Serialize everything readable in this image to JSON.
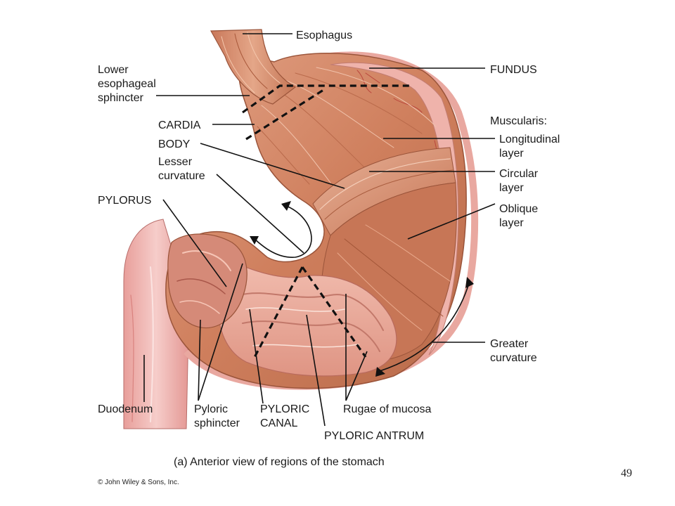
{
  "labels": {
    "esophagus": "Esophagus",
    "les_1": "Lower",
    "les_2": "esophageal",
    "les_3": "sphincter",
    "cardia": "CARDIA",
    "body": "BODY",
    "lesser_1": "Lesser",
    "lesser_2": "curvature",
    "pylorus": "PYLORUS",
    "fundus": "FUNDUS",
    "muscularis": "Muscularis:",
    "longitudinal_1": "Longitudinal",
    "longitudinal_2": "layer",
    "circular_1": "Circular",
    "circular_2": "layer",
    "oblique_1": "Oblique",
    "oblique_2": "layer",
    "greater_1": "Greater",
    "greater_2": "curvature",
    "duodenum": "Duodenum",
    "pyloric_sphincter_1": "Pyloric",
    "pyloric_sphincter_2": "sphincter",
    "pyloric_canal_1": "PYLORIC",
    "pyloric_canal_2": "CANAL",
    "rugae": "Rugae of mucosa",
    "pyloric_antrum": "PYLORIC ANTRUM"
  },
  "caption": "(a) Anterior view of regions of the stomach",
  "copyright": "© John Wiley & Sons, Inc.",
  "page_number": "49",
  "colors": {
    "muscle_dark": "#b86a4a",
    "muscle": "#d4896a",
    "muscle_light": "#e6ad92",
    "mucosa": "#e9a89c",
    "duodenum": "#f0b8b5"
  }
}
